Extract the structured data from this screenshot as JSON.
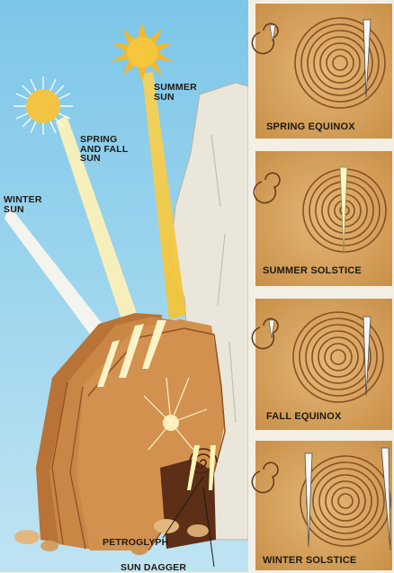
{
  "sun_labels": {
    "summer": "SUMMER\nSUN",
    "spring_fall": "SPRING\nAND FALL\nSUN",
    "winter": "WINTER\nSUN"
  },
  "rock_labels": {
    "petroglyph": "PETROGLYPH",
    "sun_dagger": "SUN DAGGER"
  },
  "panels": [
    {
      "caption": "SPRING EQUINOX"
    },
    {
      "caption": "SUMMER SOLSTICE"
    },
    {
      "caption": "FALL EQUINOX"
    },
    {
      "caption": "WINTER SOLSTICE"
    }
  ],
  "colors": {
    "sky": "#9ed6ee",
    "sun": "#f5c23a",
    "rock": "#c98645",
    "panel_bg": "#d9a765",
    "spiral": "#8a4f22",
    "cliff": "#e8e3d8"
  }
}
